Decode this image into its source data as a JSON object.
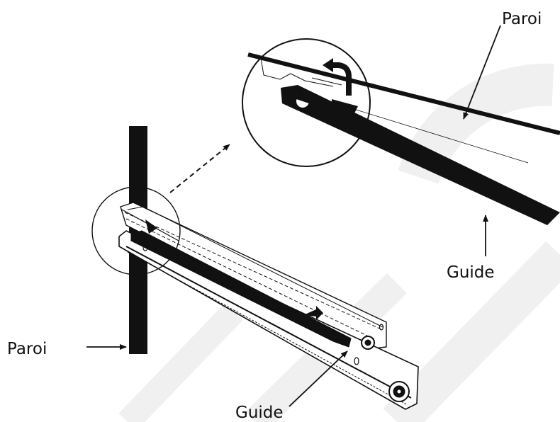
{
  "labels": {
    "paroi_top": "Paroi",
    "guide_right": "Guide",
    "paroi_left": "Paroi",
    "guide_bottom": "Guide"
  },
  "colors": {
    "ink": "#111111",
    "watermark": "#eeeeee",
    "background": "#ffffff"
  }
}
